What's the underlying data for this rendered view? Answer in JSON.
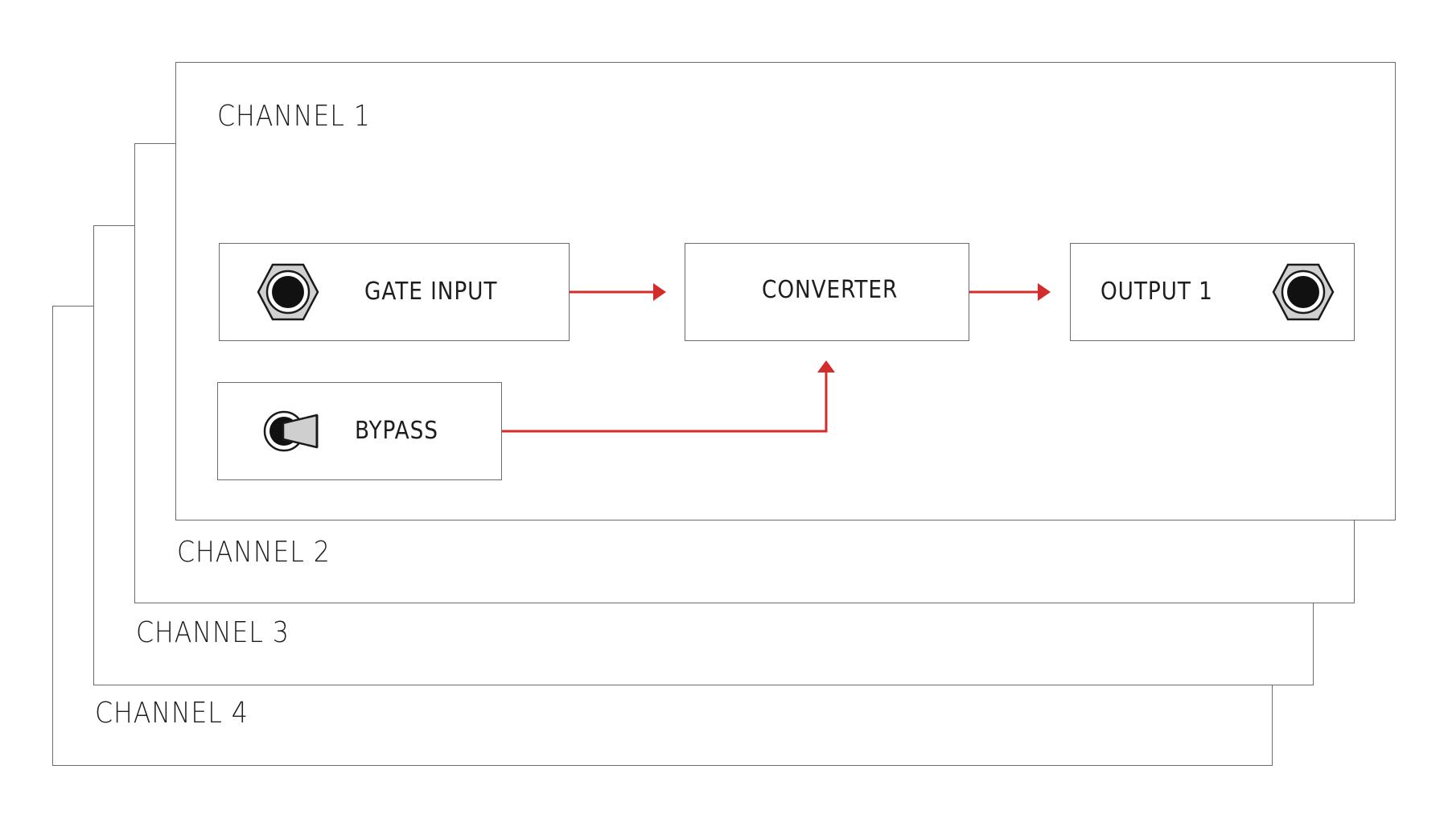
{
  "channels": [
    {
      "label": "CHANNEL 1"
    },
    {
      "label": "CHANNEL 2"
    },
    {
      "label": "CHANNEL 3"
    },
    {
      "label": "CHANNEL 4"
    }
  ],
  "blocks": {
    "gate_input": {
      "label": "GATE INPUT",
      "icon": "jack-socket-icon"
    },
    "converter": {
      "label": "CONVERTER"
    },
    "output_1": {
      "label": "OUTPUT 1",
      "icon": "jack-socket-icon"
    },
    "bypass": {
      "label": "BYPASS",
      "icon": "toggle-switch-icon"
    }
  },
  "colors": {
    "signal_arrow": "#d42b2b",
    "border": "#6b6b6b",
    "text": "#1e1e1e"
  }
}
